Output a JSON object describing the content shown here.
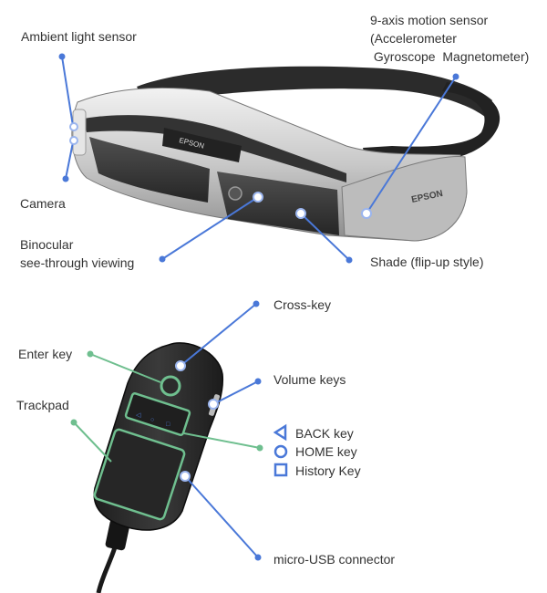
{
  "colors": {
    "callout_blue": "#4a78d8",
    "callout_green": "#6fbf8f",
    "label_text": "#333333",
    "device_dark": "#2a2a2a",
    "device_silver": "#c9c9c9"
  },
  "glasses": {
    "brand_text": "EPSON",
    "labels": {
      "ambient_light_sensor": "Ambient light sensor",
      "motion_sensor": "9-axis motion sensor\n(Accelerometer\n Gyroscope  Magnetometer)",
      "camera": "Camera",
      "binocular": "Binocular\nsee-through viewing",
      "shade": "Shade (flip-up style)"
    }
  },
  "controller": {
    "labels": {
      "cross_key": "Cross-key",
      "enter_key": "Enter key",
      "volume_keys": "Volume keys",
      "trackpad": "Trackpad",
      "back_key": "BACK key",
      "home_key": "HOME key",
      "history_key": "History Key",
      "micro_usb": "micro-USB connector"
    },
    "legend_icons": [
      "back-triangle-icon",
      "home-circle-icon",
      "history-square-icon"
    ]
  }
}
